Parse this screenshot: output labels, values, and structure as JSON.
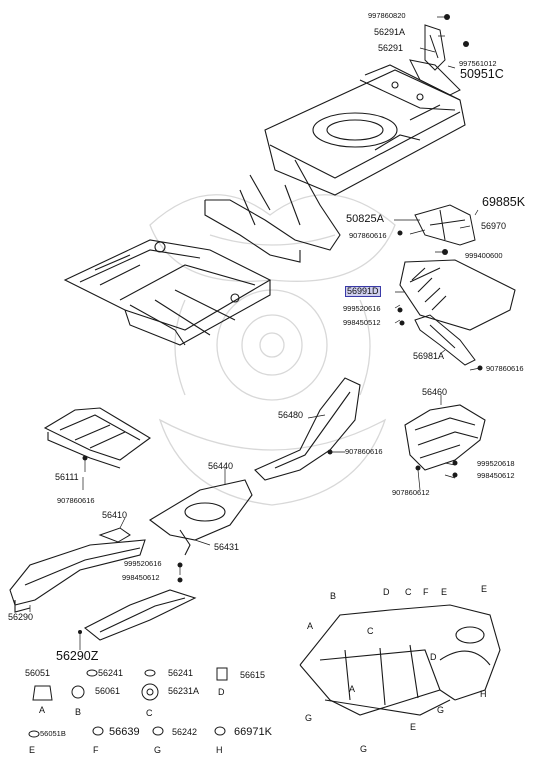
{
  "labels": {
    "p997860820": "997860820",
    "p56291A": "56291A",
    "p56291": "56291",
    "p997561012": "997561012",
    "p50951C": "50951C",
    "p69885K": "69885K",
    "p50825A": "50825A",
    "p56970": "56970",
    "p907860616a": "907860616",
    "p999400600": "999400600",
    "p56991D": "56991D",
    "p999520616a": "999520616",
    "p998450512": "998450512",
    "p56981A": "56981A",
    "p907860616b": "907860616",
    "p56460": "56460",
    "p56480": "56480",
    "p907860616c": "907860616",
    "p56111": "56111",
    "p907860616d": "907860616",
    "p56440": "56440",
    "p999520618": "999520618",
    "p998450612a": "998450612",
    "p907860612": "907860612",
    "p56410": "56410",
    "p56431": "56431",
    "p999520616b": "999520616",
    "p998450612b": "998450612",
    "p56290": "56290",
    "p56290Z": "56290Z",
    "p56051": "56051",
    "p56241a": "56241",
    "p56241b": "56241",
    "p56615": "56615",
    "p56061": "56061",
    "p56231A": "56231A",
    "p56051B": "56051B",
    "p56639": "56639",
    "p56242": "56242",
    "p66971K": "66971K"
  },
  "letters": {
    "A": "A",
    "B": "B",
    "C": "C",
    "D": "D",
    "E": "E",
    "F": "F",
    "G": "G",
    "H": "H"
  }
}
